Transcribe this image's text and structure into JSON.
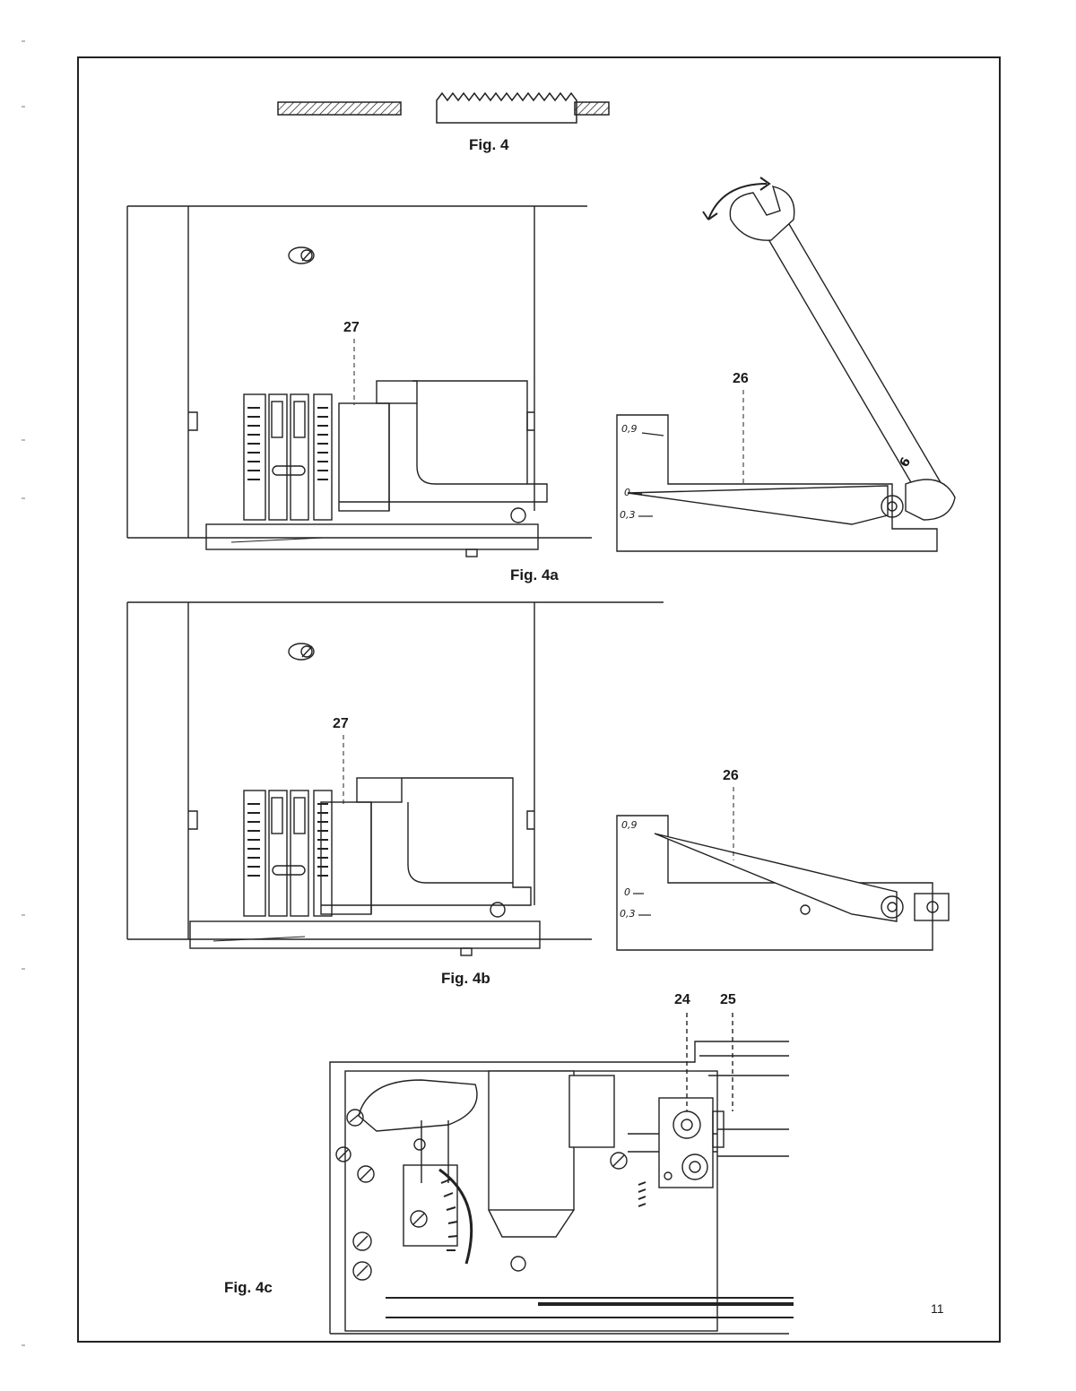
{
  "figures": {
    "fig4": {
      "caption": "Fig. 4"
    },
    "fig4a": {
      "caption": "Fig. 4a",
      "callouts": [
        "27",
        "26"
      ],
      "gauge_scale": [
        "0,9",
        "0",
        "0,3"
      ],
      "wrench_mark": "6"
    },
    "fig4b": {
      "caption": "Fig. 4b",
      "callouts": [
        "27",
        "26"
      ],
      "gauge_scale": [
        "0,9",
        "0",
        "0,3"
      ]
    },
    "fig4c": {
      "caption": "Fig. 4c",
      "callouts": [
        "24",
        "25"
      ]
    }
  },
  "page_number": "11"
}
